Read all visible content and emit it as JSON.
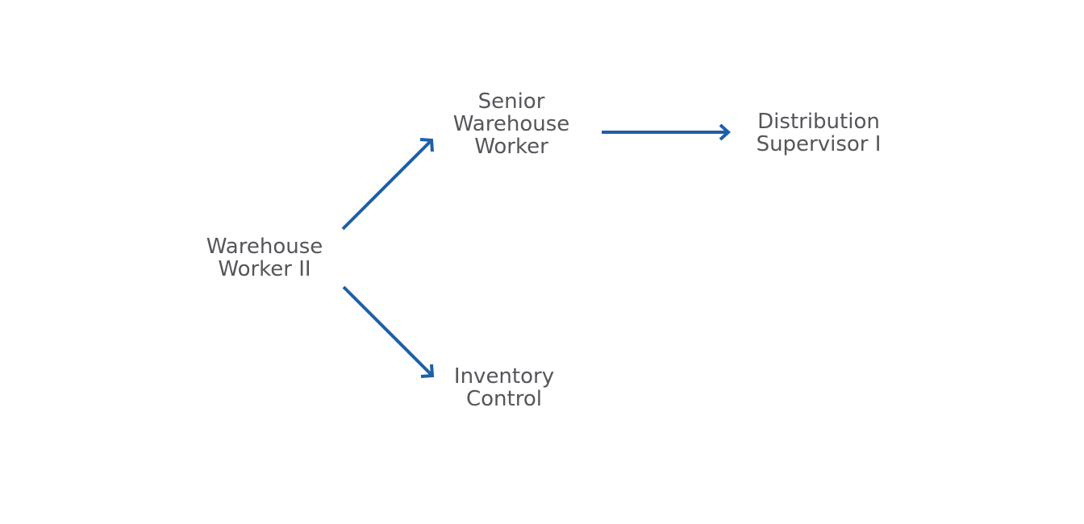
{
  "diagram": {
    "arrow_color": "#1f5fa8",
    "text_color": "#55565b",
    "nodes": {
      "warehouse_worker_ii": {
        "lines": [
          "Warehouse",
          "Worker II"
        ]
      },
      "senior_warehouse_worker": {
        "lines": [
          "Senior",
          "Warehouse",
          "Worker"
        ]
      },
      "distribution_supervisor_i": {
        "lines": [
          "Distribution",
          "Supervisor I"
        ]
      },
      "inventory_control": {
        "lines": [
          "Inventory",
          "Control"
        ]
      }
    },
    "edges": [
      {
        "from": "warehouse_worker_ii",
        "to": "senior_warehouse_worker"
      },
      {
        "from": "senior_warehouse_worker",
        "to": "distribution_supervisor_i"
      },
      {
        "from": "warehouse_worker_ii",
        "to": "inventory_control"
      }
    ]
  }
}
